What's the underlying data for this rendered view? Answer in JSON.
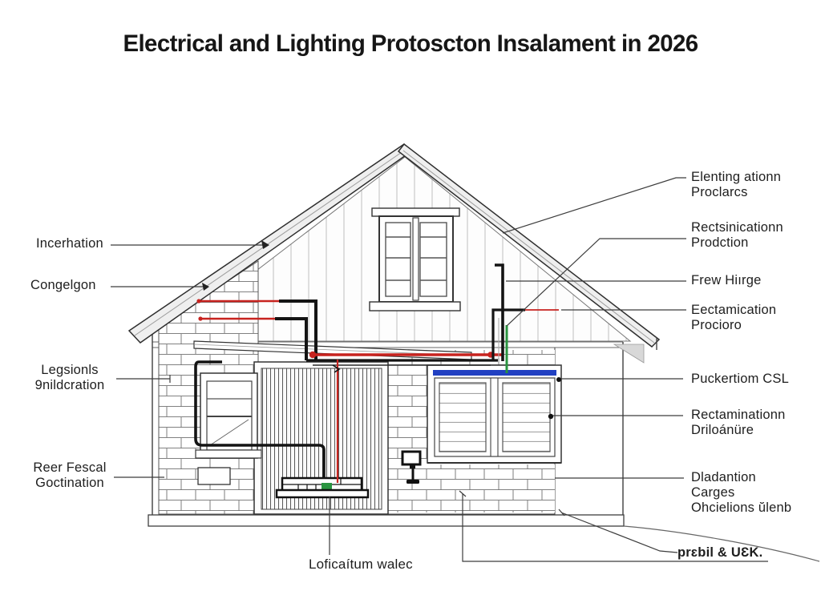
{
  "title": "Electrical and Lighting Protoscton Insalament in 2026",
  "colors": {
    "wire_red": "#c7231f",
    "wire_black": "#141414",
    "wire_green": "#2a9440",
    "window_bar_blue": "#2140c2",
    "roof_fill": "#efefef",
    "leader_line": "#3c3c3c"
  },
  "labels": {
    "left": {
      "incerhation": "Incerhation",
      "congelgon": "Congelgon",
      "legsionls_line1": "Legsionls",
      "legsionls_line2": "9nildcration",
      "reer_line1": "Reer Fescal",
      "reer_line2": "Goctination"
    },
    "right": {
      "elenting_line1": "Elenting ationn",
      "elenting_line2": "Proclarcs",
      "rectsin_line1": "Rectsinicationn",
      "rectsin_line2": "Prodction",
      "frew": "Frew Hiırge",
      "eecta_line1": "Eectamication",
      "eecta_line2": "Procioro",
      "puckartiom": "Puckertiom CSL",
      "rectam_line1": "Rectaminationn",
      "rectam_line2": "Driloánüre",
      "dlada_line1": "Dladantion",
      "dlada_line2": "Carges",
      "dlada_line3": "Ohcielions ŭlenb",
      "prebil": "prɛbil & UƐK."
    },
    "bottom": {
      "loficaitum": "Loficaítum walec"
    }
  }
}
